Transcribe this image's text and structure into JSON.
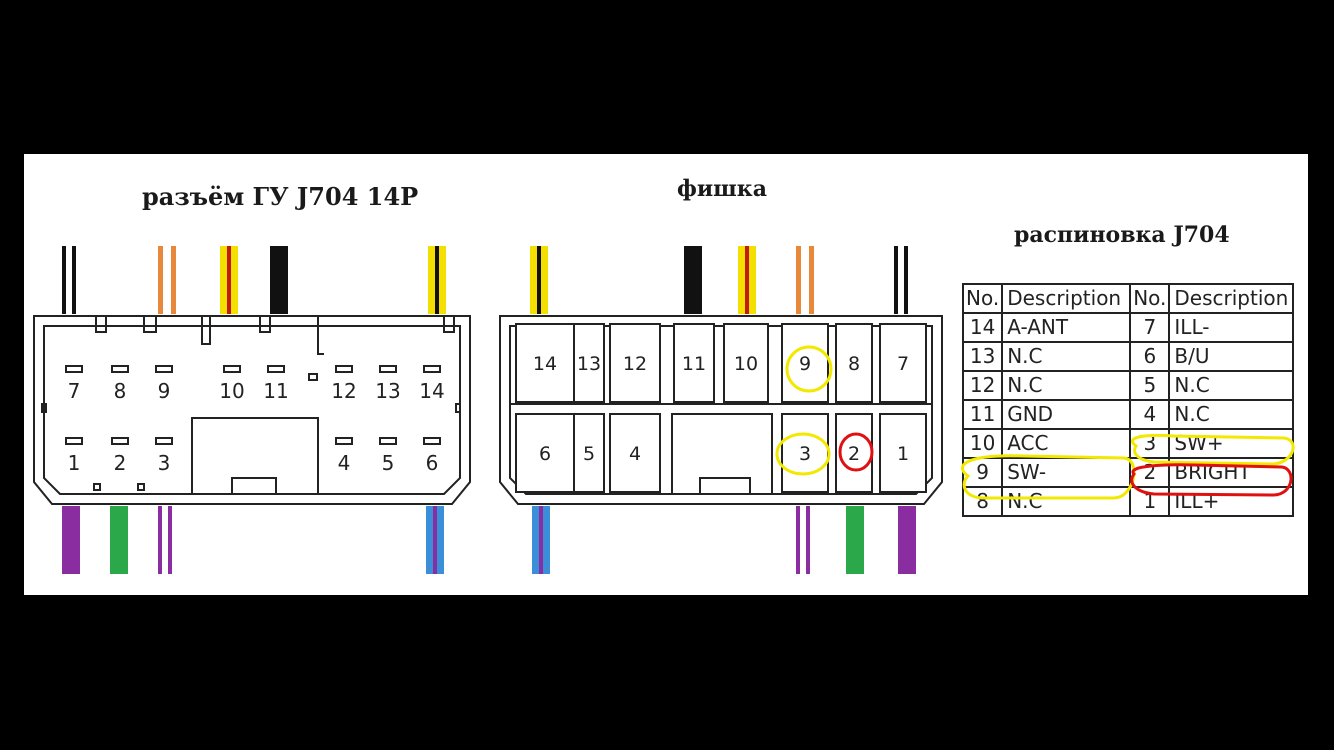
{
  "titles": {
    "head_unit": "разъём ГУ J704 14P",
    "plug": "фишка",
    "pinout": "распиновка J704"
  },
  "head_unit_connector": {
    "top_row": [
      "7",
      "8",
      "9",
      "10",
      "11",
      "12",
      "13",
      "14"
    ],
    "bottom_row": [
      "1",
      "2",
      "3",
      "4",
      "5",
      "6"
    ]
  },
  "plug_connector": {
    "top_row": [
      "14",
      "13",
      "12",
      "11",
      "10",
      "9",
      "8",
      "7"
    ],
    "bottom_row": [
      "6",
      "5",
      "4",
      "3",
      "2",
      "1"
    ]
  },
  "wire_colors": {
    "black": "#111111",
    "orange": "#e8883a",
    "yellow": "#f4e000",
    "red": "#c41a14",
    "purple": "#8a2da0",
    "green": "#2aa84a",
    "blue": "#3a8fd8",
    "white": "#ffffff"
  },
  "highlight_colors": {
    "yellow": "#f3e800",
    "red": "#e01010"
  },
  "pinout_table": {
    "headers": [
      "No.",
      "Description",
      "No.",
      "Description"
    ],
    "rows": [
      [
        "14",
        "A-ANT",
        "7",
        "ILL-"
      ],
      [
        "13",
        "N.C",
        "6",
        "B/U"
      ],
      [
        "12",
        "N.C",
        "5",
        "N.C"
      ],
      [
        "11",
        "GND",
        "4",
        "N.C"
      ],
      [
        "10",
        "ACC",
        "3",
        "SW+"
      ],
      [
        "9",
        "SW-",
        "2",
        "BRIGHT"
      ],
      [
        "8",
        "N.C",
        "1",
        "ILL+"
      ]
    ]
  }
}
